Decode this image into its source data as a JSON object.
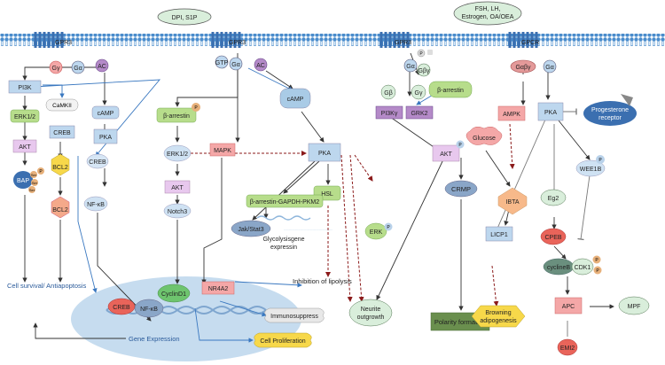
{
  "membrane": {
    "receptors": {
      "gpr3_left": "GPR3",
      "gpr3_mid": "GPR3",
      "gpr3_right": "GPR3",
      "gpcr": "GPCR"
    },
    "ligands": {
      "dpi_s1p": "DPI, S1P",
      "hormones_l1": "FSH, LH,",
      "hormones_l2": "Estrogen, OA/OEA"
    }
  },
  "nodes": {
    "gy": "Gγ",
    "ga1": "Gα",
    "ac1": "AC",
    "gtp": "GTP",
    "ga2": "Gα",
    "ac2": "AC",
    "ga3": "Gα",
    "gby": "Gβγ",
    "p_small": "P",
    "ga4": "Gα",
    "gabg": "Gαβγ",
    "pi3k": "PI3K",
    "camkii": "CaMKII",
    "camp1": "cAMP",
    "erk12_left": "ERK1/2",
    "creb_box": "CREB",
    "pka1": "PKA",
    "akt_left": "AKT",
    "bcl2_top": "BCL2",
    "bcl2_bottom": "BCL2",
    "creb_left": "CREB",
    "bap": "BAP",
    "ser1": "Ser",
    "ser2": "Ser",
    "ser3": "Ser",
    "p_bap": "P",
    "nfkb_top": "NF-κB",
    "b_arrestin_mid": "β-arrestin",
    "p_barr": "P",
    "erk12_mid": "ERK1/2",
    "akt_mid": "AKT",
    "notch3": "Notch3",
    "camp2": "cAMP",
    "mapk": "MAPK",
    "pka2": "PKA",
    "hsl": "HSL",
    "jak_stat3": "Jak/Stat3",
    "b_arr_gapdh": "β-arrestin-GAPDH-PKM2",
    "glyco_l1": "Glycolysisgene",
    "glyco_l2": "expressin",
    "lipolysis": "Inhibition of lipolysis",
    "erk_right": "ERK",
    "p_erk": "P",
    "gb_small": "Gβ",
    "gy_small": "Gγ",
    "pi3ky": "PI3Kγ",
    "grk2": "GRK2",
    "b_arrestin_right": "β-arrestin",
    "akt_right": "AKT",
    "p_akt": "P",
    "crmp": "CRMP",
    "polarity": "Polarity formation",
    "neurite_l1": "Neurite",
    "neurite_l2": "outgrowth",
    "ampk": "AMPK",
    "glucose": "Glucose",
    "ibta": "IBTA",
    "licp1": "LICP1",
    "browning_l1": "Browning",
    "browning_l2": "adipogenesis",
    "pka3": "PKA",
    "progesterone_l1": "Progesterone",
    "progesterone_l2": "receptor",
    "eg2": "Eg2",
    "cpeb": "CPEB",
    "wee1b": "WEE1B",
    "p_wee1b": "P",
    "cyclinb": "cyclineB",
    "cdk1": "CDK1",
    "p_cdk1a": "P",
    "p_cdk1b": "P",
    "apc": "APC",
    "mpf": "MPF",
    "emi2": "EMI2",
    "cell_survival": "Cell survival/ Antiapoptosis",
    "creb_nuc": "CREB",
    "nfkb_nuc": "NF-κB",
    "cyclind1": "CyclinD1",
    "nr4a2": "NR4A2",
    "immuno": "Immunosuppress",
    "cell_prolif": "Cell Proliferation",
    "gene_expr": "Gene Expression"
  },
  "colors": {
    "membrane": "#4a8ccc",
    "nucleus": "#c6dcef",
    "arrow": "#333333",
    "dashed": "#8b1a1a",
    "blue_arrow": "#3a78c0",
    "box_blue": "#bdd7ee",
    "box_green": "#b7dd8b",
    "box_pink": "#f4a7a7",
    "box_purple": "#b48ac8"
  }
}
